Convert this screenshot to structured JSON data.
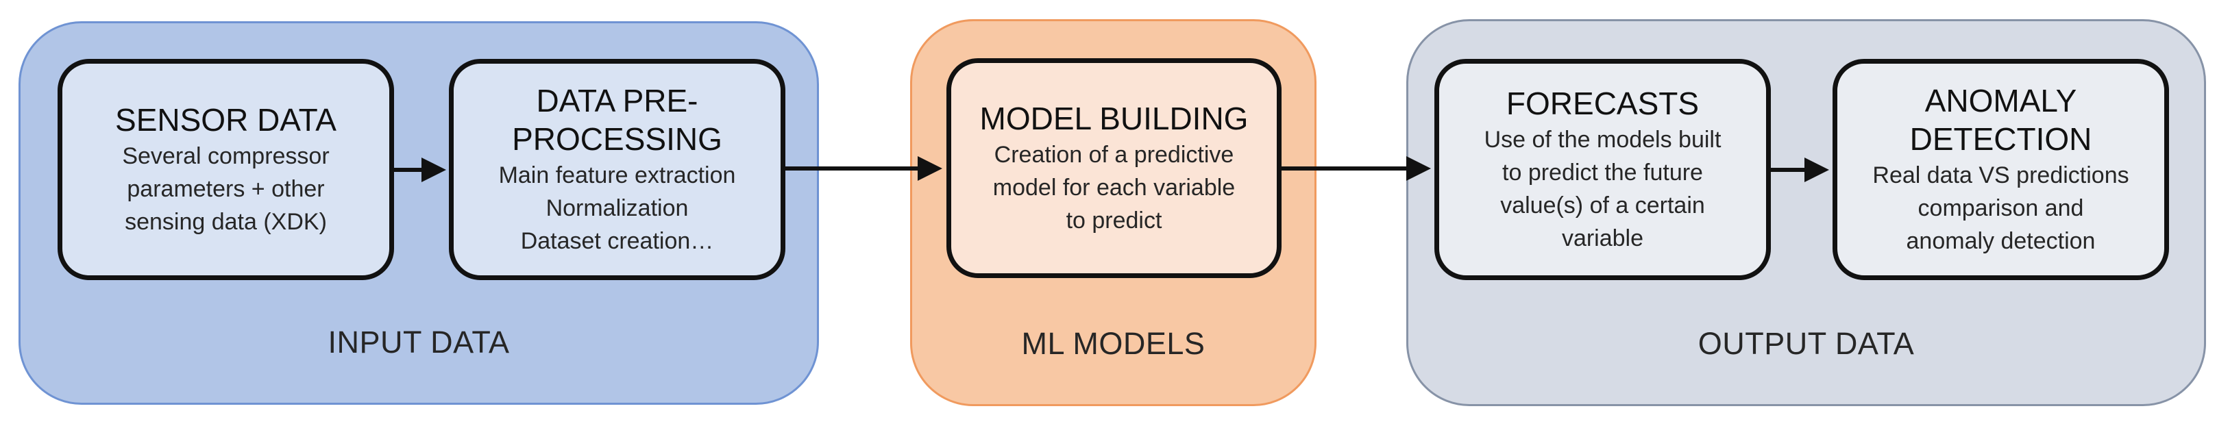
{
  "groups": {
    "input": "INPUT DATA",
    "ml": "ML MODELS",
    "output": "OUTPUT DATA"
  },
  "steps": [
    {
      "title": "SENSOR DATA",
      "desc": [
        "Several compressor",
        "parameters + other",
        "sensing data (XDK)"
      ]
    },
    {
      "title": [
        "DATA PRE-",
        "PROCESSING"
      ],
      "desc": [
        "Main feature extraction",
        "Normalization",
        "Dataset creation…"
      ]
    },
    {
      "title": "MODEL BUILDING",
      "desc": [
        "Creation of a predictive",
        "model for each variable",
        "to predict"
      ]
    },
    {
      "title": "FORECASTS",
      "desc": [
        "Use of the models built",
        "to predict the future",
        "value(s) of a certain",
        "variable"
      ]
    },
    {
      "title": [
        "ANOMALY",
        "DETECTION"
      ],
      "desc": [
        "Real data VS predictions",
        "comparison and",
        "anomaly detection"
      ]
    }
  ]
}
